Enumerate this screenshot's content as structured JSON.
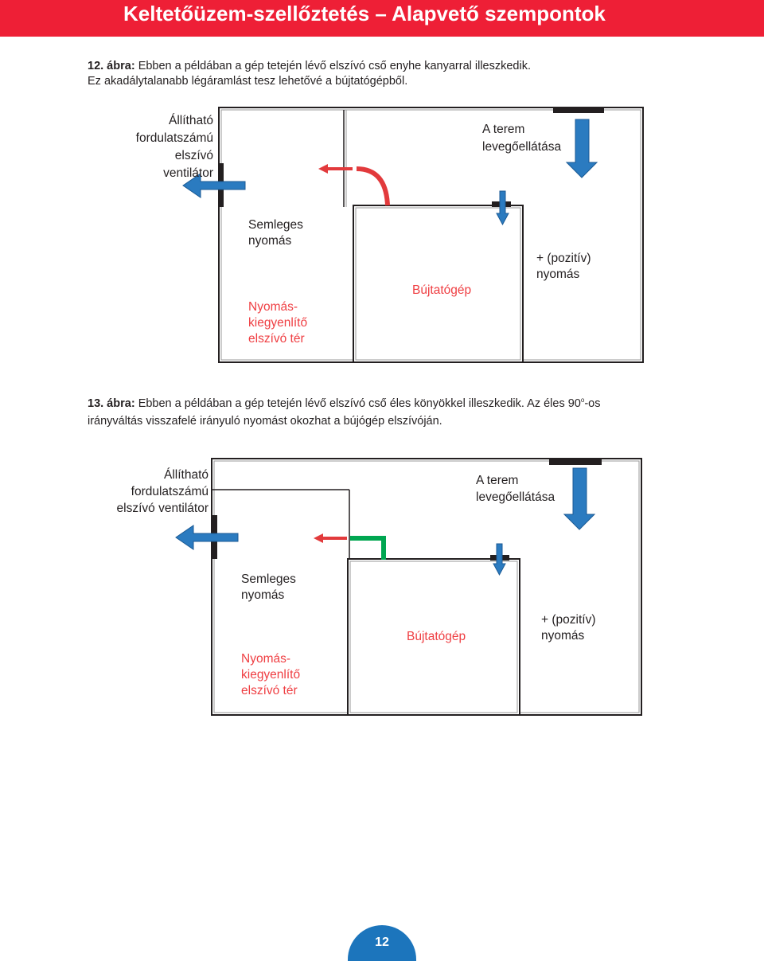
{
  "header": {
    "title": "Keltetőüzem-szellőztetés – Alapvető szempontok"
  },
  "figure12": {
    "caption_label": "12. ábra:",
    "caption_line1": "Ebben a példában a gép tetején lévő elszívó cső enyhe kanyarral illeszkedik.",
    "caption_line2": "Ez akadálytalanabb légáramlást tesz lehetővé a bújtatógépből.",
    "fan_label": [
      "Állítható",
      "fordulatszámú",
      "elszívó",
      "ventilátor"
    ],
    "supply_label": [
      "A terem",
      "levegőellátása"
    ],
    "neutral_label": [
      "Semleges",
      "nyomás"
    ],
    "balance_label": [
      "Nyomás-",
      "kiegyenlítő",
      "elszívó tér"
    ],
    "machine_label": "Bújtatógép",
    "positive_label": [
      "+ (pozitív)",
      "nyomás"
    ]
  },
  "figure13": {
    "caption_label": "13. ábra:",
    "caption_line1_pre": "Ebben a példában a gép tetején lévő elszívó cső éles könyökkel illeszkedik. Az éles 90",
    "caption_sup": "o",
    "caption_line1_post": "-os",
    "caption_line2": "irányváltás visszafelé irányuló nyomást okozhat a bújógép elszívóján.",
    "fan_label": [
      "Állítható",
      "fordulatszámú",
      "elszívó ventilátor"
    ],
    "supply_label": [
      "A terem",
      "levegőellátása"
    ],
    "neutral_label": [
      "Semleges",
      "nyomás"
    ],
    "balance_label": [
      "Nyomás-",
      "kiegyenlítő",
      "elszívó tér"
    ],
    "machine_label": "Bújtatógép",
    "positive_label": [
      "+ (pozitív)",
      "nyomás"
    ]
  },
  "colors": {
    "header_red": "#ee1f36",
    "arrow_blue": "#2b7bc0",
    "duct_red": "#e23a3c",
    "duct_green": "#00a651",
    "label_red": "#ef3e42"
  },
  "footer": {
    "page_number": "12"
  }
}
